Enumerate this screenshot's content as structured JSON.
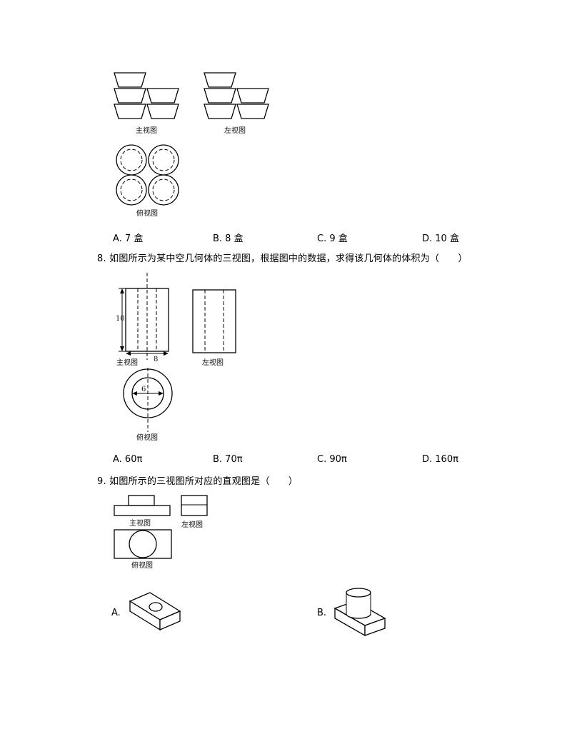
{
  "q7": {
    "front_view_label": "主视图",
    "left_view_label": "左视图",
    "top_view_label": "俯视图",
    "options": [
      "A. 7 盒",
      "B. 8 盒",
      "C. 9 盒",
      "D. 10 盒"
    ]
  },
  "q8": {
    "question": "8. 如图所示为某中空几何体的三视图，根据图中的数据，求得该几何体的体积为（　　）",
    "front_view_label": "主视图",
    "left_view_label": "左视图",
    "top_view_label": "俯视图",
    "dim_height": "10",
    "dim_width": "8",
    "dim_inner": "6",
    "options": [
      "A. 60π",
      "B. 70π",
      "C. 90π",
      "D. 160π"
    ]
  },
  "q9": {
    "question": "9. 如图所示的三视图所对应的直观图是（　　）",
    "front_view_label": "主视图",
    "left_view_label": "左视图",
    "top_view_label": "俯视图",
    "option_a": "A.",
    "option_b": "B."
  }
}
